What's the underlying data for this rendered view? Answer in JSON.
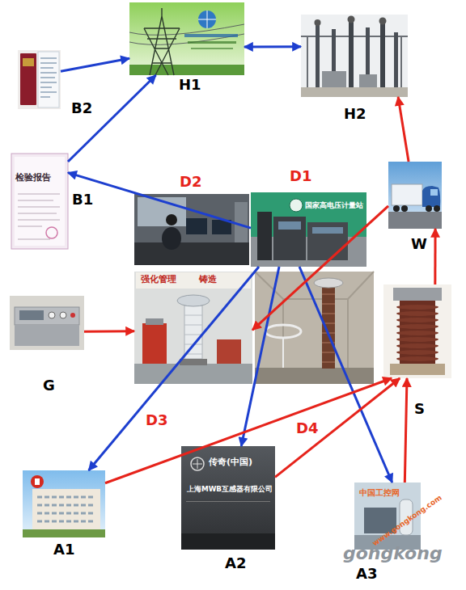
{
  "diagram": {
    "nodes": [
      {
        "text": [
          "H1"
        ]
      },
      {
        "text": [
          "H2"
        ]
      },
      {
        "text": [
          "B2"
        ]
      },
      {
        "text": [
          "检验报告",
          "B1"
        ]
      },
      {
        "text": [
          "D2"
        ]
      },
      {
        "text": [
          "D1",
          "国家高电压计量站"
        ]
      },
      {
        "text": [
          "W"
        ]
      },
      {
        "text": [
          "G"
        ]
      },
      {
        "text": [
          "强化管理",
          "铸造"
        ]
      },
      {
        "text": [
          "S"
        ]
      },
      {
        "text": [
          "A1"
        ]
      },
      {
        "text": [
          "传奇(中国)",
          "上海MWB互感器有限公司",
          "A2"
        ]
      },
      {
        "text": [
          "A3"
        ]
      }
    ],
    "edges": [
      {
        "from": 2,
        "to": 0,
        "arrow": "to"
      },
      {
        "from": 0,
        "to": 1,
        "arrow": "both"
      },
      {
        "from": 3,
        "to": 0,
        "arrow": "to"
      },
      {
        "from": 5,
        "to": 3,
        "arrow": "to"
      },
      {
        "from": 5,
        "to": 10,
        "arrow": "to"
      },
      {
        "from": 5,
        "to": 11,
        "arrow": "to"
      },
      {
        "from": 5,
        "to": 12,
        "arrow": "to"
      },
      {
        "from": 7,
        "to": 8,
        "arrow": "to"
      },
      {
        "from": 6,
        "to": 1,
        "arrow": "to"
      },
      {
        "from": 9,
        "to": 6,
        "arrow": "to"
      },
      {
        "from": 6,
        "to": 8,
        "arrow": "to"
      },
      {
        "from": 10,
        "to": 9,
        "arrow": "to",
        "label": "D3"
      },
      {
        "from": 11,
        "to": 9,
        "arrow": "to",
        "label": "D4"
      },
      {
        "from": 12,
        "to": 9,
        "arrow": "to"
      }
    ],
    "labels": [
      "gongkong",
      "中国工控网",
      "www.gongkong.com"
    ]
  }
}
